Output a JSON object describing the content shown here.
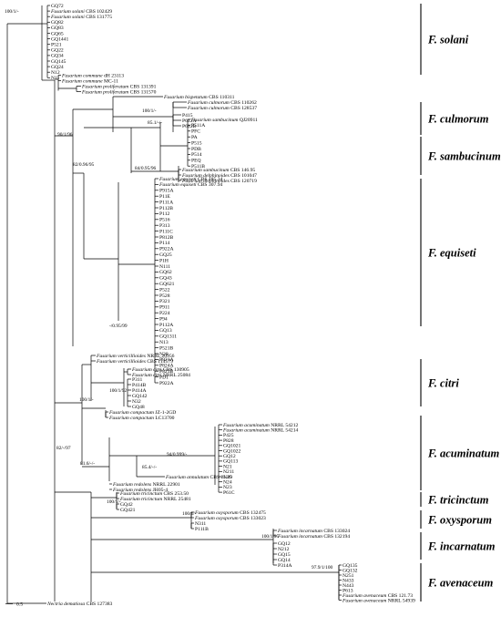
{
  "colors": {
    "line": "#000000",
    "background": "#ffffff"
  },
  "scale_bar": {
    "label": "0.5"
  },
  "clades": [
    {
      "id": "solani",
      "label": "F. solani"
    },
    {
      "id": "culmorum",
      "label": "F. culmorum"
    },
    {
      "id": "sambucinum",
      "label": "F. sambucinum"
    },
    {
      "id": "equiseti",
      "label": "F. equiseti"
    },
    {
      "id": "citri",
      "label": "F. citri"
    },
    {
      "id": "acuminatum",
      "label": "F. acuminatum"
    },
    {
      "id": "tricinctum",
      "label": "F. tricinctum"
    },
    {
      "id": "oxysporum",
      "label": "F. oxysporum"
    },
    {
      "id": "incarnatum",
      "label": "F. incarnatum"
    },
    {
      "id": "avenaceum",
      "label": "F. avenaceum"
    }
  ],
  "support_values": [
    "100/1/-",
    "90/1/96",
    "82/0.96/95",
    "85.1/-/-",
    "84/0.95/96",
    "-/0.95/99",
    "100/1/92",
    "100/1/-",
    "82/-/97",
    "81.6/-/-",
    "94/0.999/-",
    "85.4/-/-",
    "100/1/-",
    "100/1/-",
    "100/1/95",
    "97.9/1/100"
  ],
  "taxa": {
    "solani": [
      {
        "name": "GQ72"
      },
      {
        "name": "Fusarium solani",
        "suffix": " CBS 102429"
      },
      {
        "name": "Fusarium solani",
        "suffix": " CBS 131775"
      },
      {
        "name": "GQ82"
      },
      {
        "name": "GQ83"
      },
      {
        "name": "GQ65"
      },
      {
        "name": "GQ1441"
      },
      {
        "name": "P521"
      },
      {
        "name": "GQ22"
      },
      {
        "name": "GQ34"
      },
      {
        "name": "GQ145"
      },
      {
        "name": "GQ24"
      },
      {
        "name": "N12"
      },
      {
        "name": "N11"
      }
    ],
    "commune_group": [
      {
        "name": "Fusarium commune",
        "suffix": " dH 23113"
      },
      {
        "name": "Fusarium commune",
        "suffix": " MC-11"
      },
      {
        "name": "Fusarium proliferatum",
        "suffix": " CBS 131391"
      },
      {
        "name": "Fusarium proliferatum",
        "suffix": " CBS 131570"
      }
    ],
    "culmorum": [
      {
        "name": "Fusarium bispetatum",
        "suffix": " CBS 110311"
      },
      {
        "name": "Fusarium culmorum",
        "suffix": " CBS 110262"
      },
      {
        "name": "Fusarium culmorum",
        "suffix": " CBS 128537"
      },
      {
        "name": "P415"
      },
      {
        "name": "P612A"
      },
      {
        "name": "P612B"
      }
    ],
    "sambucinum": [
      {
        "name": "Fusarium sambucinum",
        "suffix": " QJ20911"
      },
      {
        "name": "P511A"
      },
      {
        "name": "PFC"
      },
      {
        "name": "PA"
      },
      {
        "name": "P515"
      },
      {
        "name": "PDB"
      },
      {
        "name": "P514"
      },
      {
        "name": "PEQ"
      },
      {
        "name": "P511B"
      },
      {
        "name": "Fusarium sambucinum",
        "suffix": " CBS 146.95"
      },
      {
        "name": "Fusarium delphinoides",
        "suffix": " CBS 101047"
      },
      {
        "name": "Fusarium delphinoides",
        "suffix": " CBS 120719"
      }
    ],
    "equiseti": [
      {
        "name": "Fusarium equiseti",
        "suffix": " CBS 185.34"
      },
      {
        "name": "Fusarium equiseti",
        "suffix": " CBS 307.94"
      },
      {
        "name": "P915A"
      },
      {
        "name": "P11E"
      },
      {
        "name": "P111A"
      },
      {
        "name": "P112B"
      },
      {
        "name": "P112"
      },
      {
        "name": "P516"
      },
      {
        "name": "P313"
      },
      {
        "name": "P111C"
      },
      {
        "name": "P812B"
      },
      {
        "name": "P114"
      },
      {
        "name": "P922A"
      },
      {
        "name": "GQ25"
      },
      {
        "name": "P1H"
      },
      {
        "name": "N111"
      },
      {
        "name": "GQ62"
      },
      {
        "name": "GQ43"
      },
      {
        "name": "GQ621"
      },
      {
        "name": "P522"
      },
      {
        "name": "P528"
      },
      {
        "name": "P321"
      },
      {
        "name": "P911"
      },
      {
        "name": "P224"
      },
      {
        "name": "P94"
      },
      {
        "name": "P112A"
      },
      {
        "name": "GQ13"
      },
      {
        "name": "GQ1311"
      },
      {
        "name": "N13"
      },
      {
        "name": "P521B"
      },
      {
        "name": "N28"
      },
      {
        "name": "P821A"
      },
      {
        "name": "P824A"
      },
      {
        "name": "P821B"
      },
      {
        "name": "PD1"
      },
      {
        "name": "P922A"
      }
    ],
    "citri": [
      {
        "name": "Fusarium verticillioides",
        "suffix": " NRRL 20956"
      },
      {
        "name": "Fusarium verticillioides",
        "suffix": " CBS 114579"
      },
      {
        "name": "Fusarium citri",
        "suffix": " CBS 130905"
      },
      {
        "name": "Fusarium citri",
        "suffix": " NRRL 25084"
      },
      {
        "name": "P311"
      },
      {
        "name": "P414B"
      },
      {
        "name": "P414A"
      },
      {
        "name": "GQ142"
      },
      {
        "name": "N32"
      },
      {
        "name": "GQ48"
      },
      {
        "name": "Fusarium compactum",
        "suffix": " JZ-1-2GD"
      },
      {
        "name": "Fusarium compactum",
        "suffix": " LC13700"
      }
    ],
    "acuminatum": [
      {
        "name": "Fusarium acuminatum",
        "suffix": " NRRL 54212"
      },
      {
        "name": "Fusarium acuminatum",
        "suffix": " NRRL 54214"
      },
      {
        "name": "P425"
      },
      {
        "name": "P828"
      },
      {
        "name": "GQ1021"
      },
      {
        "name": "GQ1022"
      },
      {
        "name": "GQ12"
      },
      {
        "name": "GQ113"
      },
      {
        "name": "N21"
      },
      {
        "name": "N211"
      },
      {
        "name": "N25"
      },
      {
        "name": "N24"
      },
      {
        "name": "N23"
      },
      {
        "name": "P61C"
      },
      {
        "name": "Fusarium annulatum",
        "suffix": " CBS 21.09"
      },
      {
        "name": "Fusarium redolens",
        "suffix": " NRRL 22901"
      },
      {
        "name": "Fusarium redolens",
        "suffix": " JH05-4"
      }
    ],
    "tricinctum": [
      {
        "name": "Fusarium tricinctum",
        "suffix": " CBS 253.50"
      },
      {
        "name": "Fusarium tricinctum",
        "suffix": " NRRL 25481"
      },
      {
        "name": "GQ42"
      },
      {
        "name": "GQ421"
      }
    ],
    "oxysporum": [
      {
        "name": "Fusarium oxysporum",
        "suffix": " CBS 132475"
      },
      {
        "name": "Fusarium oxysporum",
        "suffix": " CBS 133023"
      },
      {
        "name": "N311"
      },
      {
        "name": "P111B"
      }
    ],
    "incarnatum": [
      {
        "name": "Fusarium incarnatum",
        "suffix": " CBS 133024"
      },
      {
        "name": "Fusarium incarnatum",
        "suffix": " CBS 132194"
      },
      {
        "name": "GQ12"
      },
      {
        "name": "N212"
      },
      {
        "name": "GQ15"
      },
      {
        "name": "GQ14"
      },
      {
        "name": "P314A"
      }
    ],
    "avenaceum": [
      {
        "name": "GQ135"
      },
      {
        "name": "GQ132"
      },
      {
        "name": "N251"
      },
      {
        "name": "N433"
      },
      {
        "name": "N443"
      },
      {
        "name": "P613"
      },
      {
        "name": "Fusarium avenaceum",
        "suffix": " CBS 121.73"
      },
      {
        "name": "Fusarium avenaceum",
        "suffix": " NRRL 54939"
      }
    ],
    "outgroup": [
      {
        "name": "Nectria dematiosa",
        "suffix": " CBS 127383"
      }
    ]
  }
}
